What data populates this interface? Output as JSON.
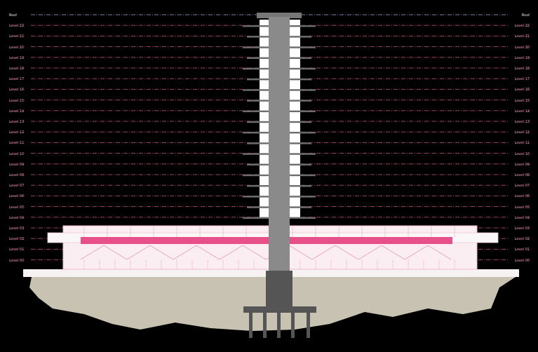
{
  "diagram": {
    "labels": [
      "Roof",
      "Level 22",
      "Level 21",
      "Level 20",
      "Level 19",
      "Level 18",
      "Level 17",
      "Level 16",
      "Level 15",
      "Level 14",
      "Level 13",
      "Level 12",
      "Level 11",
      "Level 10",
      "Level 09",
      "Level 08",
      "Level 07",
      "Level 06",
      "Level 05",
      "Level 04",
      "Level 03",
      "Level 02",
      "Level 01",
      "Level 00",
      "Roof",
      "Level 22",
      "Level 21",
      "Level 20",
      "Level 19",
      "Level 18",
      "Level 17",
      "Level 16",
      "Level 15",
      "Level 14",
      "Level 13",
      "Level 12",
      "Level 11",
      "Level 10",
      "Level 09",
      "Level 08",
      "Level 07",
      "Level 06",
      "Level 05",
      "Level 04",
      "Level 03",
      "Level 02",
      "Level 01",
      "Level 00"
    ]
  }
}
